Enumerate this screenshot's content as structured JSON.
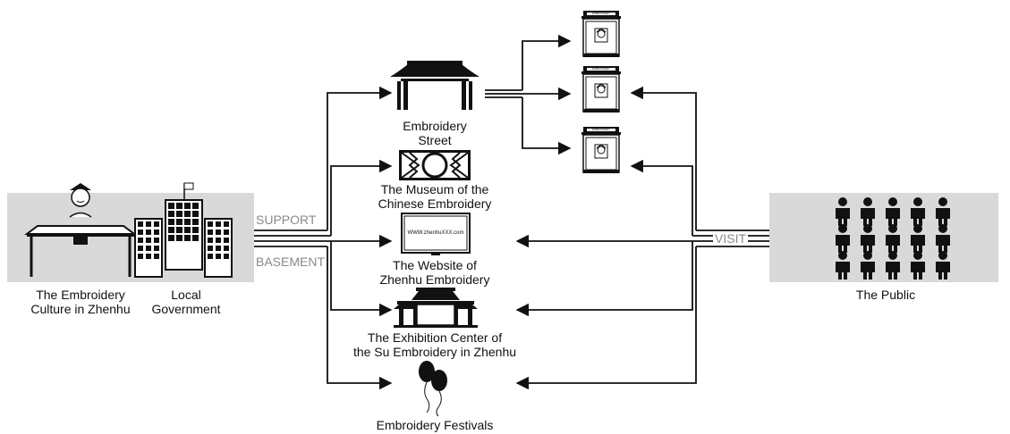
{
  "colors": {
    "panel_bg": "#d9d9d9",
    "ink": "#111111",
    "connector_tag": "#8a8a8a"
  },
  "left": {
    "embroidery_culture": [
      "The Embroidery",
      "Culture in Zhenhu"
    ],
    "local_government": [
      "Local",
      "Government"
    ]
  },
  "connectors": {
    "support": "SUPPORT",
    "basement": "BASEMENT",
    "visit": "VISIT"
  },
  "venues": {
    "street": [
      "Embroidery",
      "Street"
    ],
    "museum": [
      "The Museum of the",
      "Chinese Embroidery"
    ],
    "website": [
      "The Website of",
      "Zhenhu Embroidery"
    ],
    "website_screen_text": "WWW.zhenhuXXX.com",
    "exhibition": [
      "The Exhibition Center of",
      "the Su Embroidery in Zhenhu"
    ],
    "festivals": "Embroidery Festivals"
  },
  "shops": {
    "signboard_text": "EMBROIDERY"
  },
  "public": {
    "label": "The Public",
    "icon": "crowd-icon"
  },
  "icons": {
    "artisan": "embroiderer-at-table-icon",
    "government": "government-buildings-icon",
    "street": "pavilion-gate-icon",
    "museum": "lattice-window-icon",
    "website": "monitor-screen-icon",
    "exhibition": "exhibition-hall-icon",
    "festivals": "balloons-icon",
    "shop": "shop-front-icon"
  }
}
